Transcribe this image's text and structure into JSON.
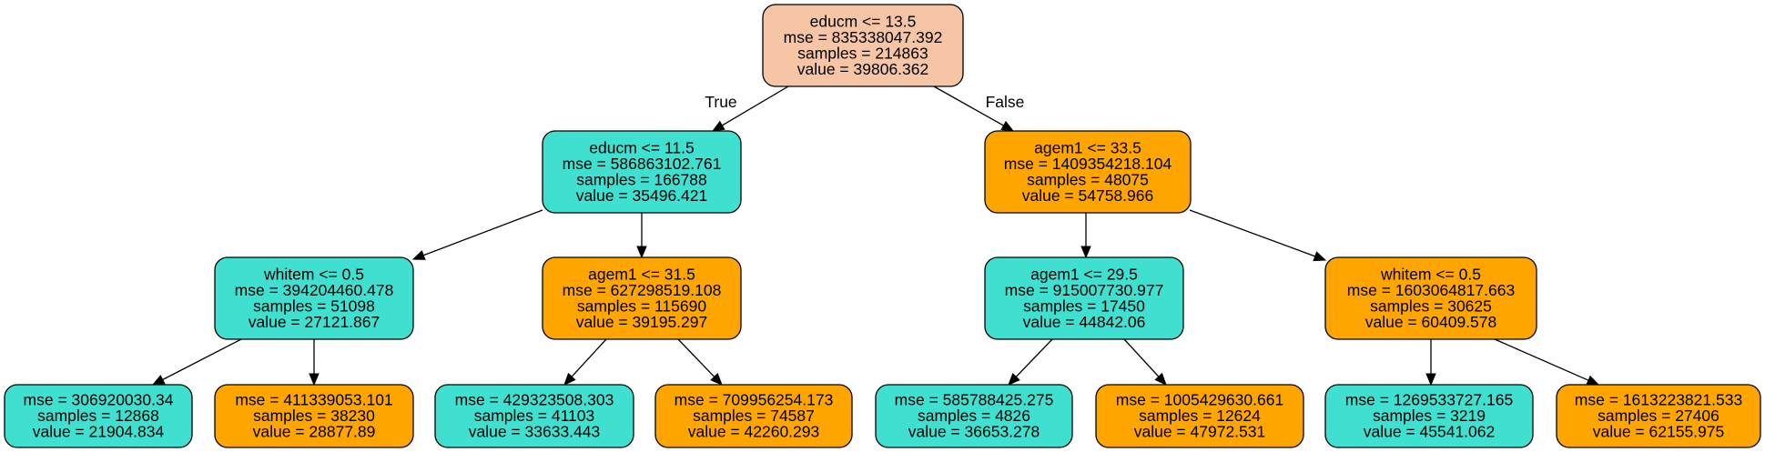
{
  "colors": {
    "split_left": "#40e0d0",
    "split_right": "#ffa500",
    "root": "#f5c5a5",
    "border": "#000000"
  },
  "edge_labels": {
    "true_label": "True",
    "false_label": "False"
  },
  "nodes": [
    {
      "id": "n0",
      "fill": "root",
      "lines": [
        "educm <= 13.5",
        "mse = 835338047.392",
        "samples = 214863",
        "value = 39806.362"
      ]
    },
    {
      "id": "n1",
      "fill": "split_left",
      "lines": [
        "educm <= 11.5",
        "mse = 586863102.761",
        "samples = 166788",
        "value = 35496.421"
      ]
    },
    {
      "id": "n2",
      "fill": "split_right",
      "lines": [
        "agem1 <= 33.5",
        "mse = 1409354218.104",
        "samples = 48075",
        "value = 54758.966"
      ]
    },
    {
      "id": "n3",
      "fill": "split_left",
      "lines": [
        "whitem <= 0.5",
        "mse = 394204460.478",
        "samples = 51098",
        "value = 27121.867"
      ]
    },
    {
      "id": "n4",
      "fill": "split_right",
      "lines": [
        "agem1 <= 31.5",
        "mse = 627298519.108",
        "samples = 115690",
        "value = 39195.297"
      ]
    },
    {
      "id": "n5",
      "fill": "split_left",
      "lines": [
        "agem1 <= 29.5",
        "mse = 915007730.977",
        "samples = 17450",
        "value = 44842.06"
      ]
    },
    {
      "id": "n6",
      "fill": "split_right",
      "lines": [
        "whitem <= 0.5",
        "mse = 1603064817.663",
        "samples = 30625",
        "value = 60409.578"
      ]
    },
    {
      "id": "n7",
      "fill": "split_left",
      "lines": [
        "mse = 306920030.34",
        "samples = 12868",
        "value = 21904.834"
      ]
    },
    {
      "id": "n8",
      "fill": "split_right",
      "lines": [
        "mse = 411339053.101",
        "samples = 38230",
        "value = 28877.89"
      ]
    },
    {
      "id": "n9",
      "fill": "split_left",
      "lines": [
        "mse = 429323508.303",
        "samples = 41103",
        "value = 33633.443"
      ]
    },
    {
      "id": "n10",
      "fill": "split_right",
      "lines": [
        "mse = 709956254.173",
        "samples = 74587",
        "value = 42260.293"
      ]
    },
    {
      "id": "n11",
      "fill": "split_left",
      "lines": [
        "mse = 585788425.275",
        "samples = 4826",
        "value = 36653.278"
      ]
    },
    {
      "id": "n12",
      "fill": "split_right",
      "lines": [
        "mse = 1005429630.661",
        "samples = 12624",
        "value = 47972.531"
      ]
    },
    {
      "id": "n13",
      "fill": "split_left",
      "lines": [
        "mse = 1269533727.165",
        "samples = 3219",
        "value = 45541.062"
      ]
    },
    {
      "id": "n14",
      "fill": "split_right",
      "lines": [
        "mse = 1613223821.533",
        "samples = 27406",
        "value = 62155.975"
      ]
    }
  ],
  "edges": [
    {
      "from": "n0",
      "to": "n1",
      "label": "true_label"
    },
    {
      "from": "n0",
      "to": "n2",
      "label": "false_label"
    },
    {
      "from": "n1",
      "to": "n3"
    },
    {
      "from": "n1",
      "to": "n4"
    },
    {
      "from": "n2",
      "to": "n5"
    },
    {
      "from": "n2",
      "to": "n6"
    },
    {
      "from": "n3",
      "to": "n7"
    },
    {
      "from": "n3",
      "to": "n8"
    },
    {
      "from": "n4",
      "to": "n9"
    },
    {
      "from": "n4",
      "to": "n10"
    },
    {
      "from": "n5",
      "to": "n11"
    },
    {
      "from": "n5",
      "to": "n12"
    },
    {
      "from": "n6",
      "to": "n13"
    },
    {
      "from": "n6",
      "to": "n14"
    }
  ]
}
